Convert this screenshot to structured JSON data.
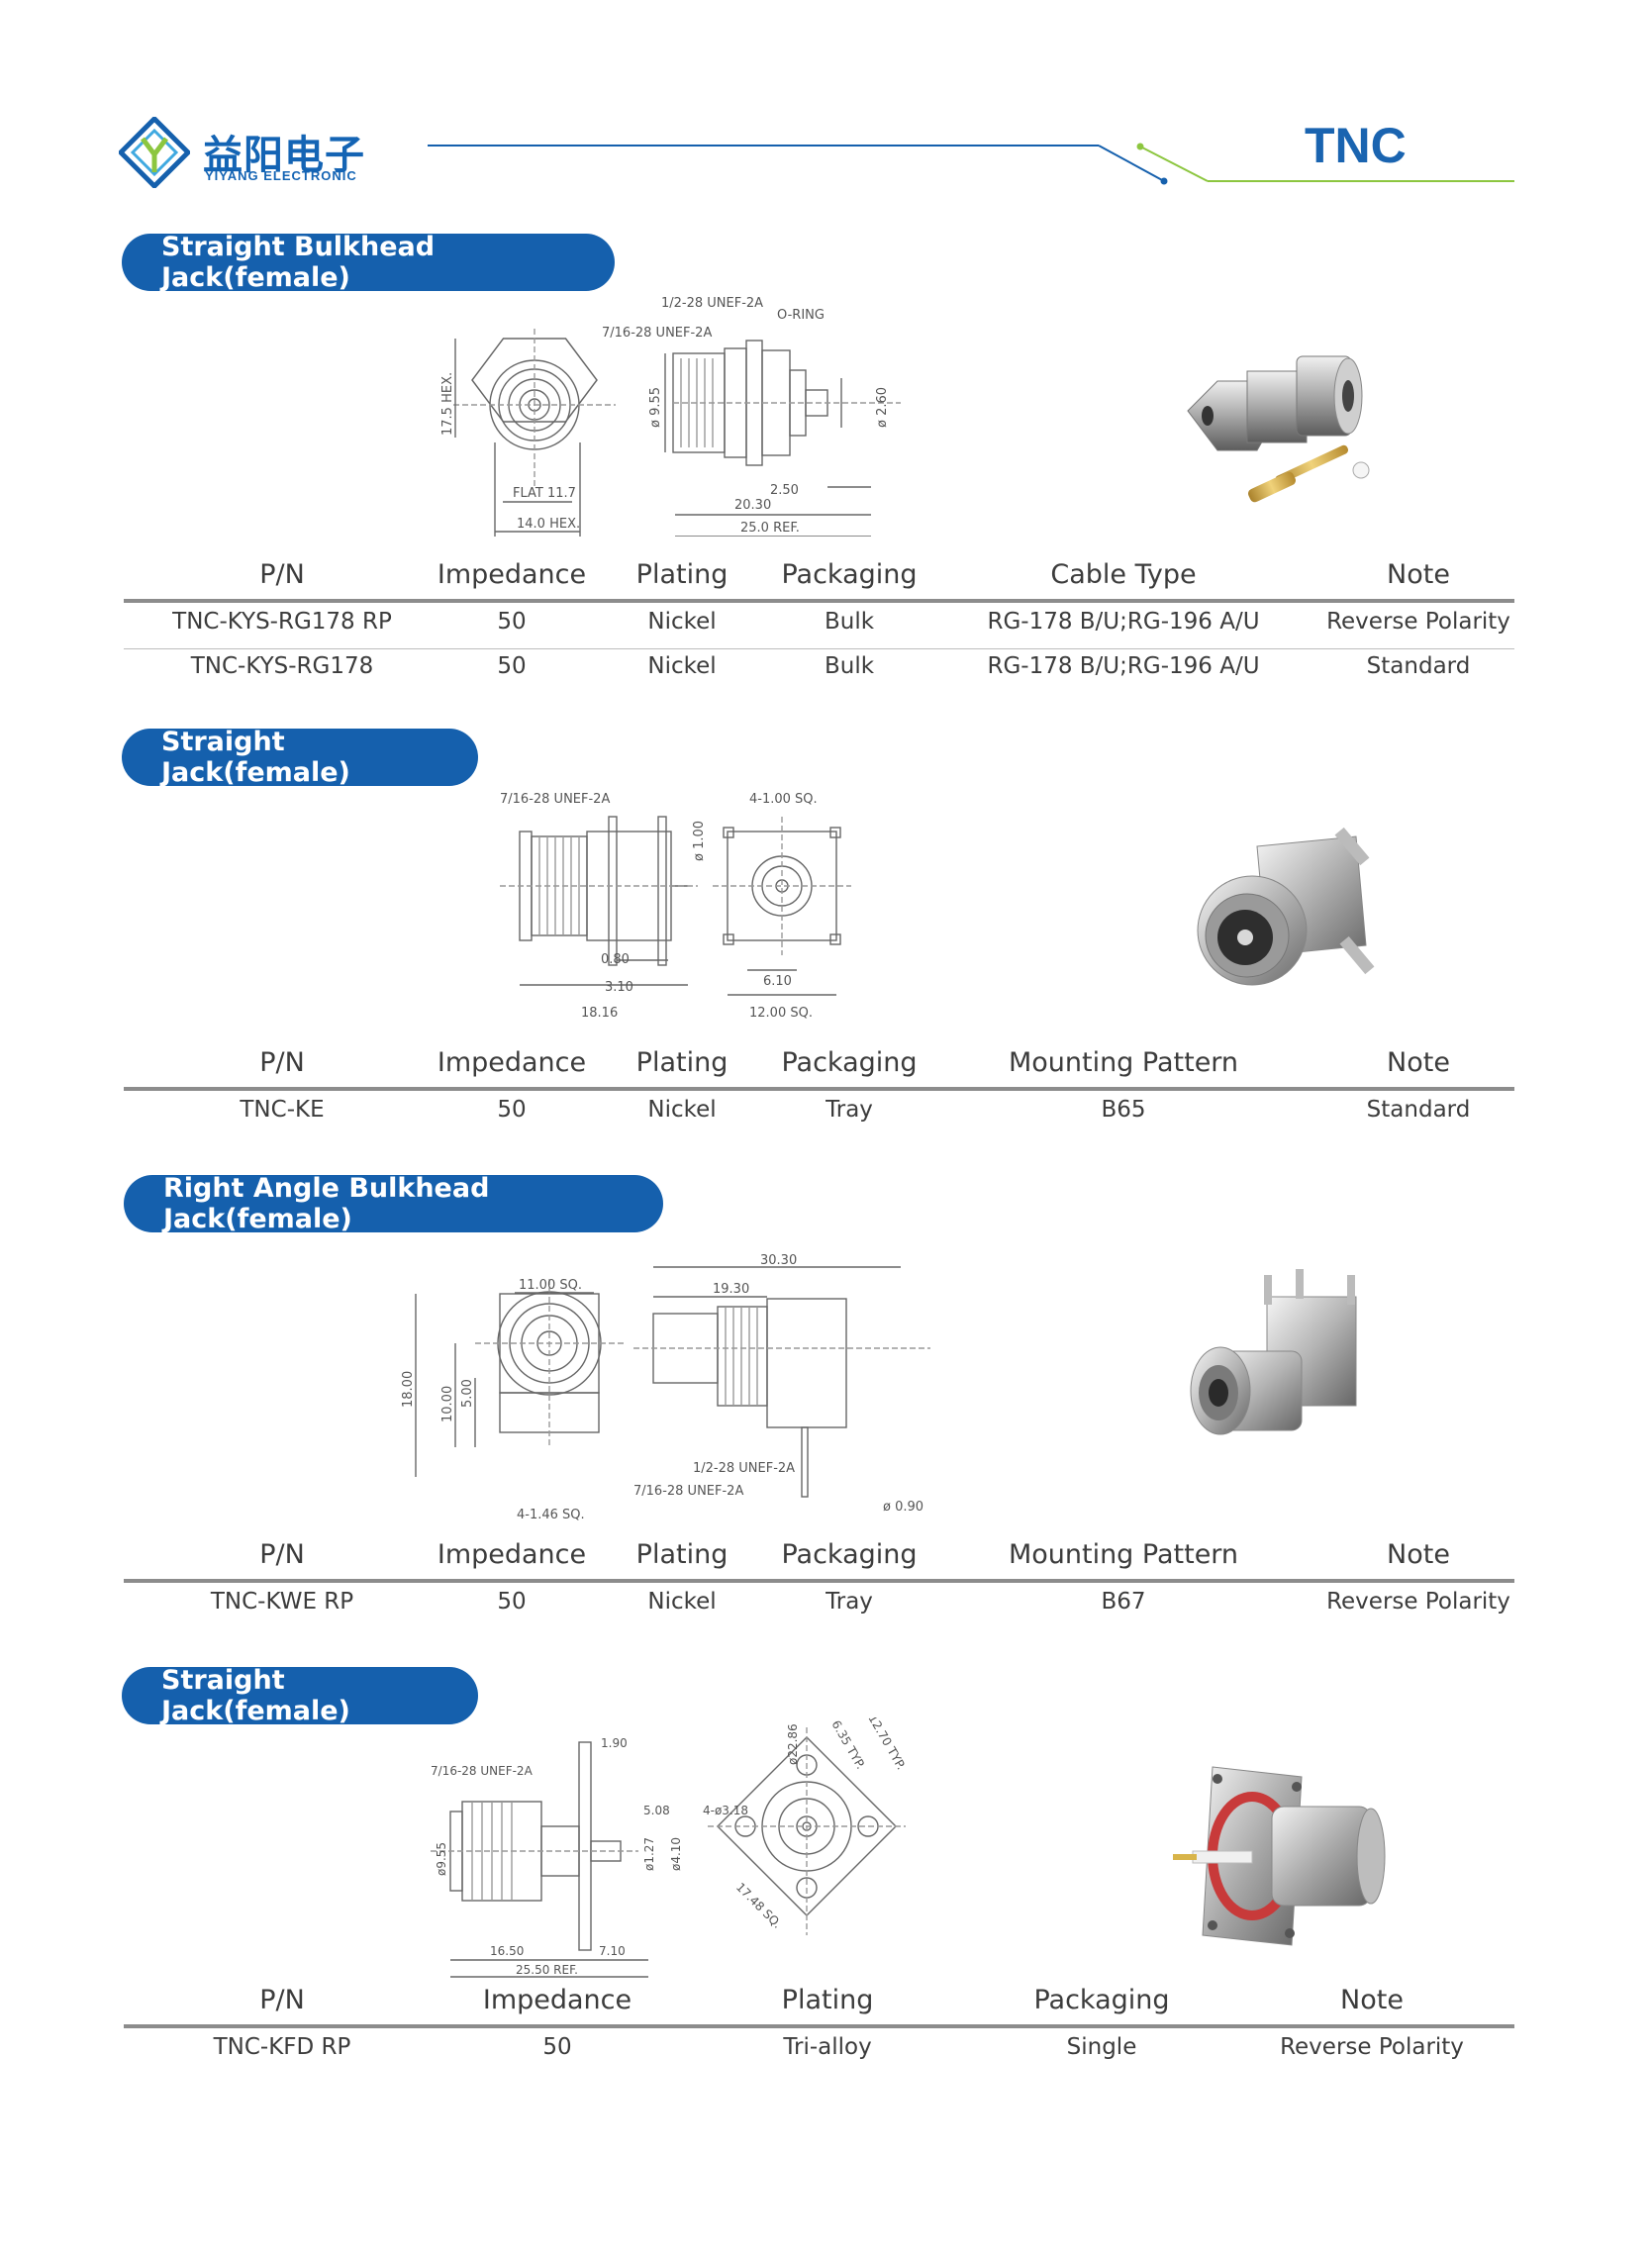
{
  "header": {
    "company_zh": "益阳电子",
    "company_en": "YIYANG ELECTRONIC",
    "product_family": "TNC"
  },
  "colors": {
    "brand_blue": "#1560ad",
    "accent_green": "#8cc63f",
    "rule_gray": "#8c8c8c"
  },
  "sections": [
    {
      "title": "Straight Bulkhead Jack(female)",
      "drawing_labels": [
        "1/2-28 UNEF-2A",
        "O-RING",
        "7/16-28 UNEF-2A",
        "17.5 HEX.",
        "ø 9.55",
        "ø 2.60",
        "FLAT 11.7",
        "14.0 HEX.",
        "2.50",
        "20.30",
        "25.0 REF."
      ],
      "columns": [
        "P/N",
        "Impedance",
        "Plating",
        "Packaging",
        "Cable Type",
        "Note"
      ],
      "rows": [
        [
          "TNC-KYS-RG178 RP",
          "50",
          "Nickel",
          "Bulk",
          "RG-178 B/U;RG-196 A/U",
          "Reverse Polarity"
        ],
        [
          "TNC-KYS-RG178",
          "50",
          "Nickel",
          "Bulk",
          "RG-178 B/U;RG-196 A/U",
          "Standard"
        ]
      ]
    },
    {
      "title": "Straight Jack(female)",
      "drawing_labels": [
        "7/16-28 UNEF-2A",
        "ø 1.00",
        "4-1.00 SQ.",
        "0.80",
        "3.10",
        "18.16",
        "6.10",
        "12.00 SQ."
      ],
      "columns": [
        "P/N",
        "Impedance",
        "Plating",
        "Packaging",
        "Mounting Pattern",
        "Note"
      ],
      "rows": [
        [
          "TNC-KE",
          "50",
          "Nickel",
          "Tray",
          "B65",
          "Standard"
        ]
      ]
    },
    {
      "title": "Right Angle Bulkhead Jack(female)",
      "drawing_labels": [
        "30.30",
        "11.00 SQ.",
        "19.30",
        "18.00",
        "10.00",
        "5.00",
        "1/2-28 UNEF-2A",
        "7/16-28 UNEF-2A",
        "4-1.46 SQ.",
        "ø 0.90"
      ],
      "columns": [
        "P/N",
        "Impedance",
        "Plating",
        "Packaging",
        "Mounting Pattern",
        "Note"
      ],
      "rows": [
        [
          "TNC-KWE RP",
          "50",
          "Nickel",
          "Tray",
          "B67",
          "Reverse Polarity"
        ]
      ]
    },
    {
      "title": "Straight Jack(female)",
      "drawing_labels": [
        "1.90",
        "7/16-28 UNEF-2A",
        "5.08",
        "ø9.55",
        "ø1.27",
        "ø4.10",
        "16.50",
        "7.10",
        "25.50 REF.",
        "ø22.86",
        "6.35 TYP.",
        "12.70 TYP.",
        "4-ø3.18",
        "17.48 SQ."
      ],
      "columns": [
        "P/N",
        "Impedance",
        "Plating",
        "Packaging",
        "Note"
      ],
      "rows": [
        [
          "TNC-KFD RP",
          "50",
          "Tri-alloy",
          "Single",
          "Reverse Polarity"
        ]
      ]
    }
  ]
}
